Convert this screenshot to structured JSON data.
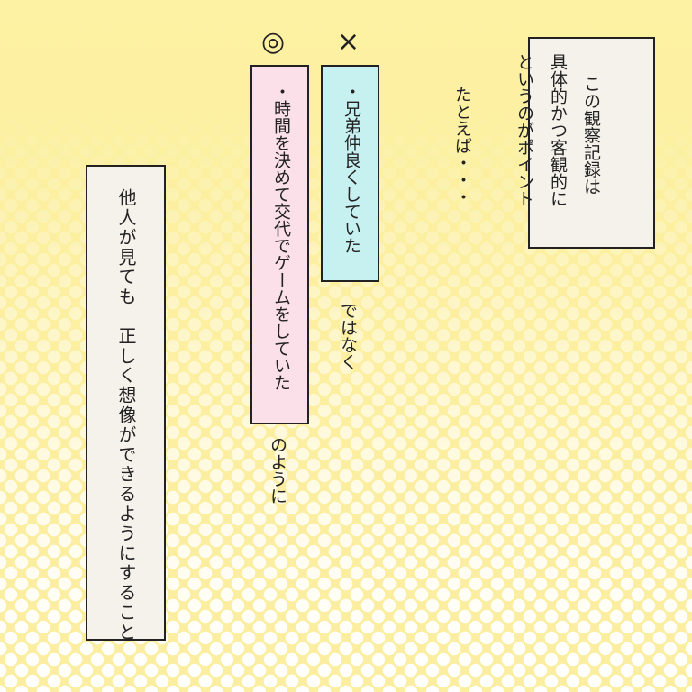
{
  "intro_box": {
    "lines": [
      "この観察記録は",
      "具体的かつ客観的に",
      "というのがポイント"
    ]
  },
  "example_intro": "たとえば・・・",
  "bad_example": {
    "mark": "×",
    "text": "・兄弟仲良くしていた",
    "suffix": "ではなく",
    "color": "#c7f0f0"
  },
  "good_example": {
    "mark": "◎",
    "text": "・時間を決めて交代でゲームをしていた",
    "suffix": "のように",
    "color": "#fbdfe9"
  },
  "conclusion_box": {
    "text": "他人が見ても　正しく想像ができるようにすること"
  },
  "colors": {
    "background": "#fdf1a3",
    "box_fill": "#f5f2ec"
  }
}
